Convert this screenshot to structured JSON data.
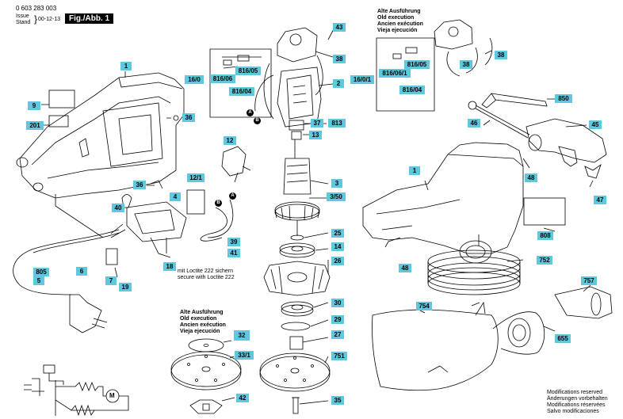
{
  "header": {
    "doc_number": "0 603 283 003",
    "issue_label": "Issue",
    "stand_label": "Stand",
    "issue_date": "00-12-13",
    "figure_label": "Fig./Abb. 1"
  },
  "notes": {
    "old_execution_left": [
      "Alte Ausführung",
      "Old execution",
      "Ancien exécution",
      "Vieja ejecución"
    ],
    "old_execution_right": [
      "Alte Ausführung",
      "Old execution",
      "Ancien exécution",
      "Vieja ejecución"
    ],
    "loctite": [
      "mit Loctite 222 sichern",
      "secure with Loctite 222"
    ],
    "modifications": [
      "Modifications reserved",
      "Änderungen vorbehalten",
      "Modifications réservées",
      "Salvo modificaciones"
    ]
  },
  "parts": {
    "p1a": "1",
    "p9": "9",
    "p201": "201",
    "p36a": "36",
    "p36b": "36",
    "p40": "40",
    "p4": "4",
    "p12": "12",
    "p12_1": "12/1",
    "p805": "805",
    "p5": "5",
    "p6": "6",
    "p7": "7",
    "p19": "19",
    "p18": "18",
    "p39": "39",
    "p41": "41",
    "p43": "43",
    "p38a": "38",
    "p16_0a": "16/0",
    "p816_05a": "816/05",
    "p816_06a": "816/06",
    "p816_04a": "816/04",
    "p2": "2",
    "p37": "37",
    "p813": "813",
    "p13": "13",
    "p3": "3",
    "p3_50": "3/50",
    "p25": "25",
    "p14": "14",
    "p26": "26",
    "p30": "30",
    "p29": "29",
    "p27": "27",
    "p751": "751",
    "p35": "35",
    "p32": "32",
    "p33_1": "33/1",
    "p42": "42",
    "p38b": "38",
    "p38c": "38",
    "p16_0_1": "16/0/1",
    "p816_05b": "816/05",
    "p816_06_1": "816/06/1",
    "p816_04b": "816/04",
    "p850": "850",
    "p46": "46",
    "p45": "45",
    "p48a": "48",
    "p47": "47",
    "p1b": "1",
    "p808": "808",
    "p48b": "48",
    "p752": "752",
    "p757": "757",
    "p754": "754",
    "p655": "655"
  },
  "markers": {
    "a": "A",
    "b": "B"
  },
  "schematic": {
    "motor_symbol": "M"
  },
  "colors": {
    "callout": "#5fc8de",
    "ink": "#000000",
    "paper": "#ffffff"
  }
}
